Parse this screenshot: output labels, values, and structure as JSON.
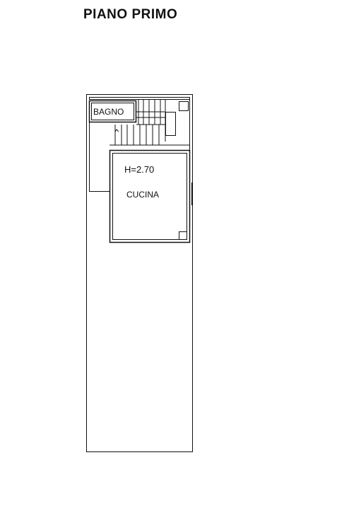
{
  "title": "PIANO PRIMO",
  "rooms": {
    "bagno": "BAGNO",
    "cucina": "CUCINA",
    "height": "H=2.70"
  }
}
